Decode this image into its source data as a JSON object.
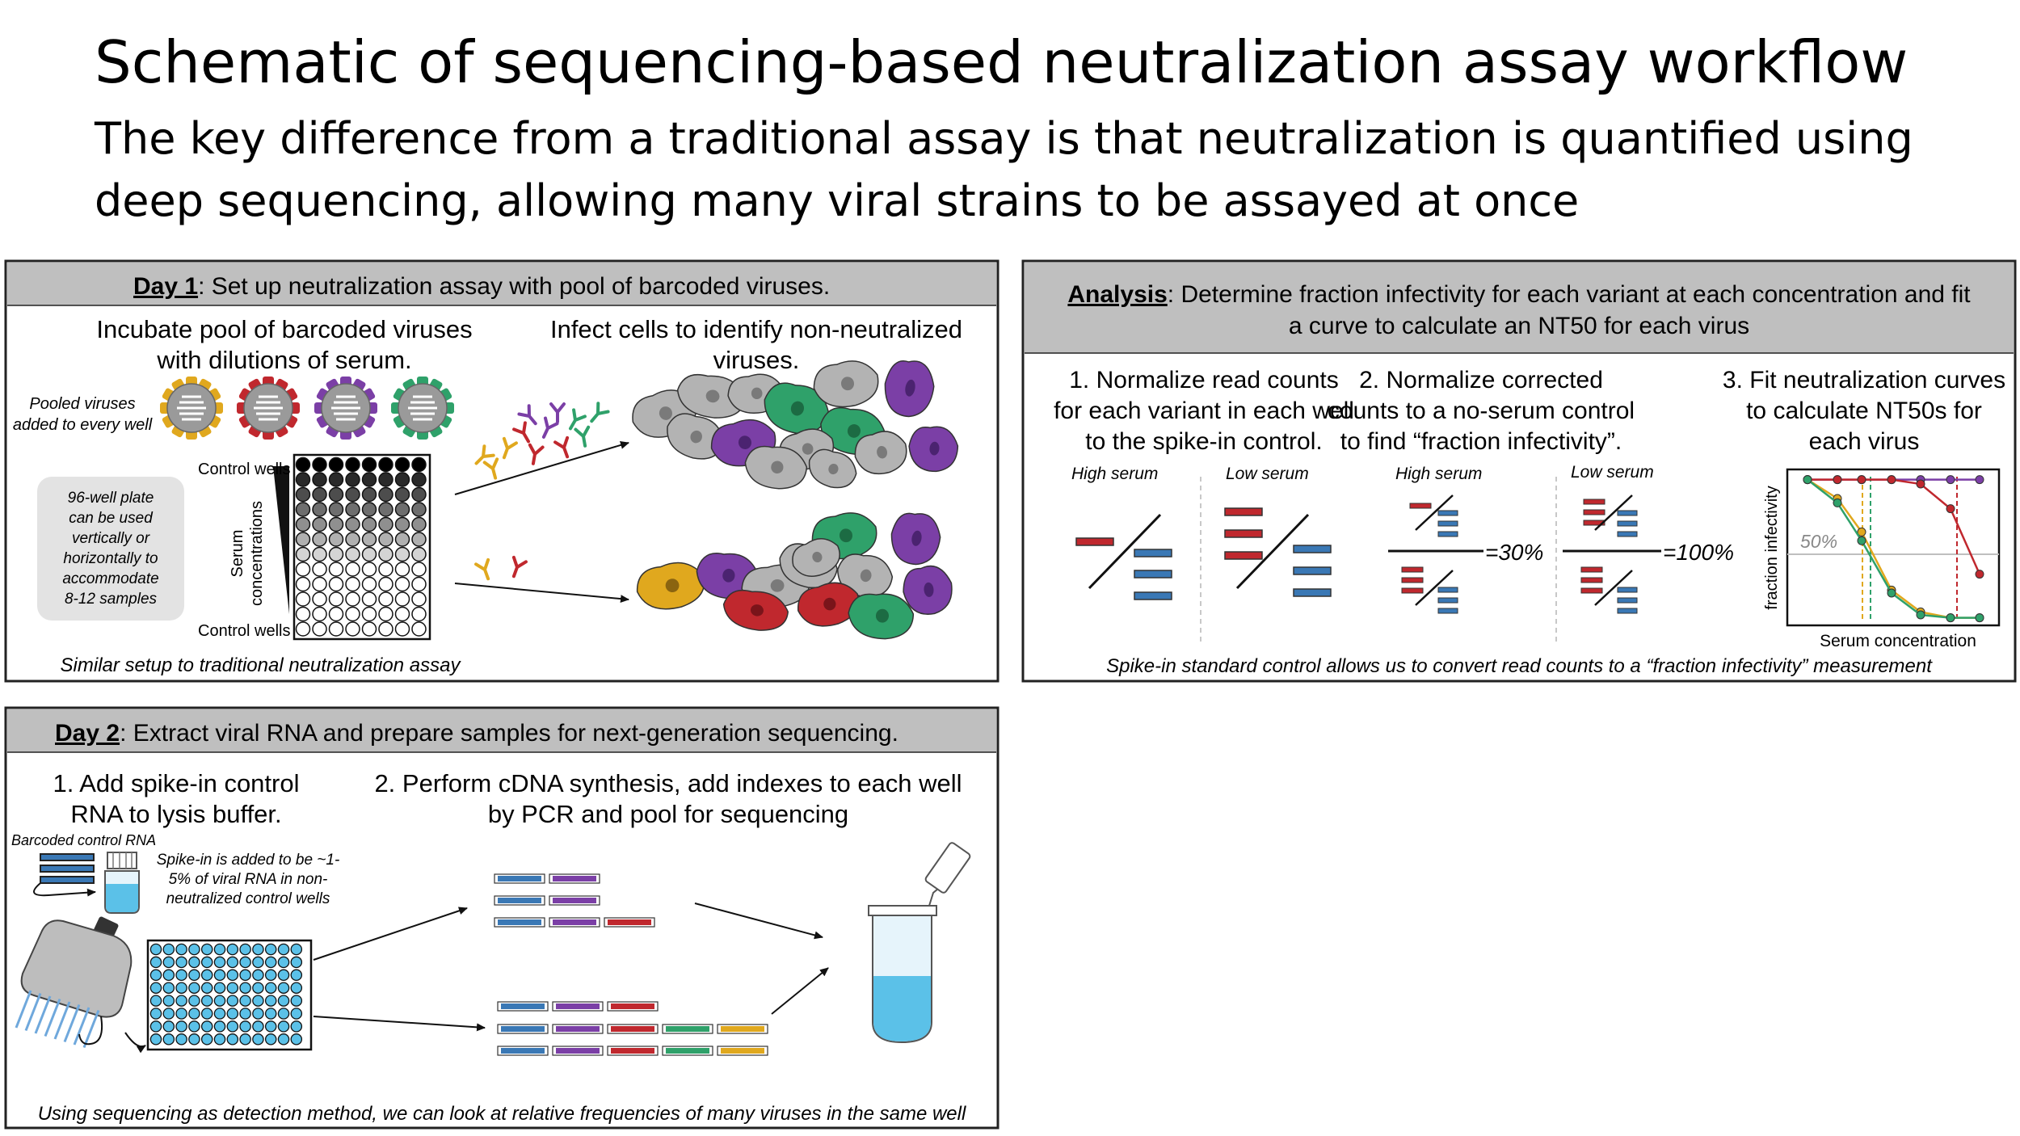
{
  "title": "Schematic of sequencing-based neutralization assay workflow",
  "subtitle_line1": "The key difference from a traditional assay is that neutralization is quantified using",
  "subtitle_line2": "deep sequencing, allowing many viral strains to be assayed at once",
  "day1": {
    "header_bold": "Day 1",
    "header_rest": ": Set up neutralization assay with pool of barcoded viruses.",
    "incubate_line1": "Incubate pool of barcoded viruses",
    "incubate_line2": "with dilutions of serum.",
    "infect_line1": "Infect cells to identify non-neutralized",
    "infect_line2": "viruses.",
    "pooled_line1": "Pooled viruses",
    "pooled_line2": "added to every well",
    "control_wells_top": "Control wells",
    "control_wells_bottom": "Control wells",
    "serum_label_1": "Serum",
    "serum_label_2": "concentrations",
    "plate_note": [
      "96-well plate",
      "can be used",
      "vertically or",
      "horizontally to",
      "accommodate",
      "8-12 samples"
    ],
    "footer": "Similar setup to traditional neutralization assay"
  },
  "analysis": {
    "header_bold": "Analysis",
    "header_rest": ":  Determine fraction infectivity for each variant at each concentration and fit",
    "header_line2": "a curve to calculate an NT50 for each virus",
    "step1": [
      "1. Normalize read counts",
      "for each variant in each well",
      "to the spike-in control."
    ],
    "step2": [
      "2. Normalize corrected",
      "counts to a no-serum control",
      "to find “fraction infectivity”."
    ],
    "step3": [
      "3. Fit neutralization curves",
      "to calculate NT50s for",
      "each virus"
    ],
    "high_serum": "High serum",
    "low_serum": "Low serum",
    "high_serum_2": "High serum",
    "low_serum_2": "Low serum",
    "pct30": "=30%",
    "pct100": "=100%",
    "pct50": "50%",
    "ylabel": "fraction infectivity",
    "xlabel": "Serum concentration",
    "footer": "Spike-in standard control allows us to convert read counts to a “fraction infectivity” measurement"
  },
  "day2": {
    "header_bold": "Day 2",
    "header_rest": ": Extract viral RNA and prepare samples for next-generation sequencing.",
    "step1_line1": "1. Add spike-in control",
    "step1_line2": "RNA to lysis buffer.",
    "step2_line1": "2. Perform cDNA synthesis, add indexes to each well",
    "step2_line2": "by PCR and pool for sequencing",
    "barcoded_label": "Barcoded control RNA",
    "spike_note": [
      "Spike-in is added to be ~1-",
      "5% of viral RNA in non-",
      "neutralized control wells"
    ],
    "footer": "Using sequencing as detection method, we can look at relative frequencies of many viruses in the same well"
  },
  "colors": {
    "panel_header": "#bfbfbf",
    "gold": "#e0a81e",
    "red": "#c0282e",
    "purple": "#7b3fa6",
    "green": "#2fa16a",
    "blue": "#3a78b5",
    "grey_cell": "#b3b3b3",
    "plate_blue": "#5bc1e8"
  }
}
